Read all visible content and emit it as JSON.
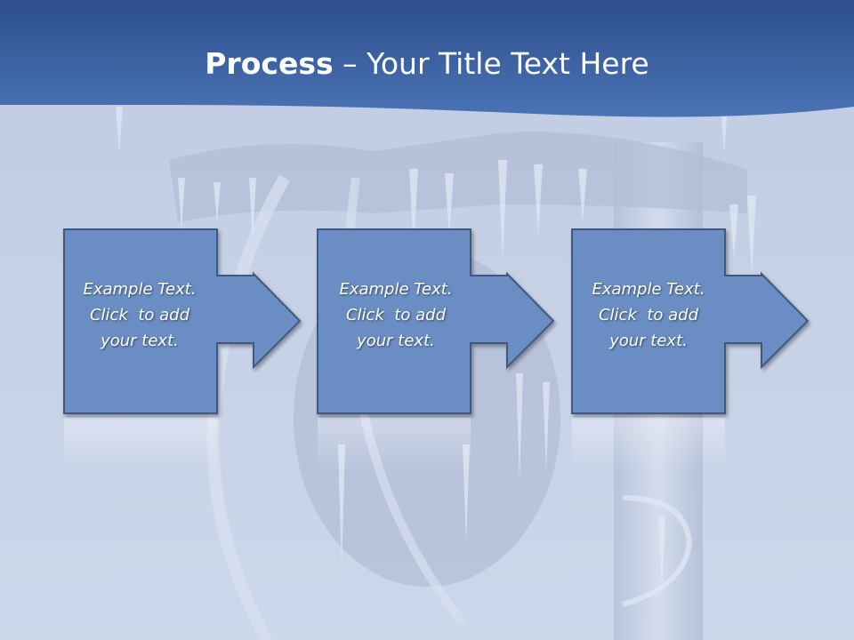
{
  "slide": {
    "title_bold": "Process",
    "title_rest": " – Your Title Text Here"
  },
  "steps": [
    {
      "line1": "Example Text.",
      "line2": "Click  to add",
      "line3": "your text."
    },
    {
      "line1": "Example Text.",
      "line2": "Click  to add",
      "line3": "your text."
    },
    {
      "line1": "Example Text.",
      "line2": "Click  to add",
      "line3": "your text."
    }
  ],
  "colors": {
    "header": "#3f66a8",
    "box_fill": "#6b8ec4",
    "box_border": "#40587f",
    "text": "#ffffff"
  }
}
